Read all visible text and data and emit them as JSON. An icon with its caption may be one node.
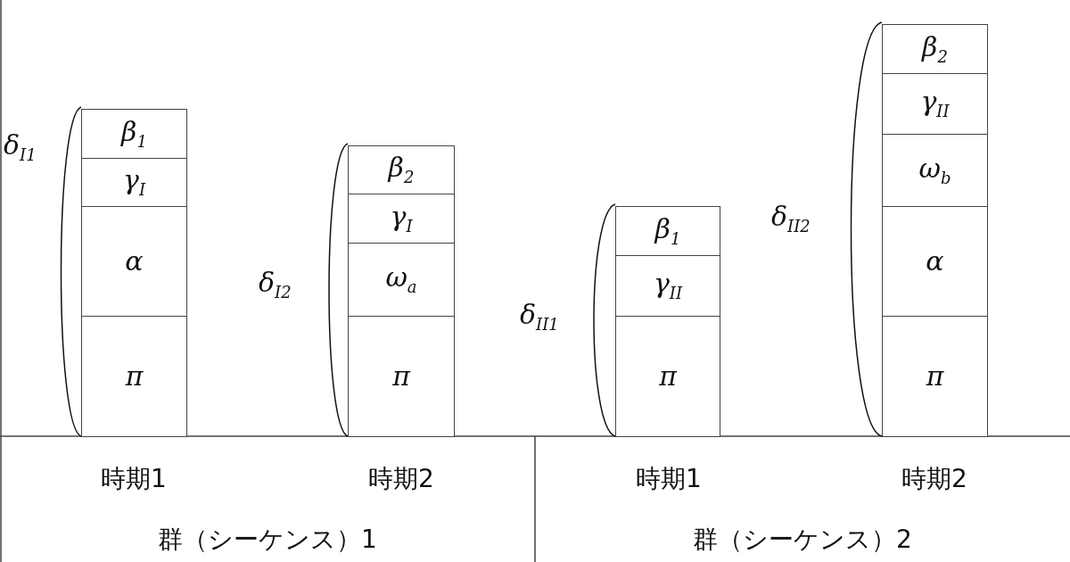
{
  "diagram": {
    "nodes": [
      {
        "text": [
          "β$_{1}$"
        ]
      },
      {
        "text": [
          "γ$_{I}$"
        ]
      },
      {
        "text": [
          "α"
        ]
      },
      {
        "text": [
          "π"
        ]
      },
      {
        "text": [
          "β$_{2}$"
        ]
      },
      {
        "text": [
          "γ$_{I}$"
        ]
      },
      {
        "text": [
          "ω$_{a}$"
        ]
      },
      {
        "text": [
          "π"
        ]
      },
      {
        "text": [
          "β$_{1}$"
        ]
      },
      {
        "text": [
          "γ$_{II}$"
        ]
      },
      {
        "text": [
          "π"
        ]
      },
      {
        "text": [
          "β$_{2}$"
        ]
      },
      {
        "text": [
          "γ$_{II}$"
        ]
      },
      {
        "text": [
          "ω$_{b}$"
        ]
      },
      {
        "text": [
          "α"
        ]
      },
      {
        "text": [
          "π"
        ]
      }
    ],
    "edges": [],
    "labels": [
      "δ$_{I1}$",
      "δ$_{I2}$",
      "δ$_{II1}$",
      "δ$_{II2}$",
      "時期1",
      "時期2",
      "時期1",
      "時期2",
      "群（シーケンス）1",
      "群（シーケンス）2"
    ]
  }
}
